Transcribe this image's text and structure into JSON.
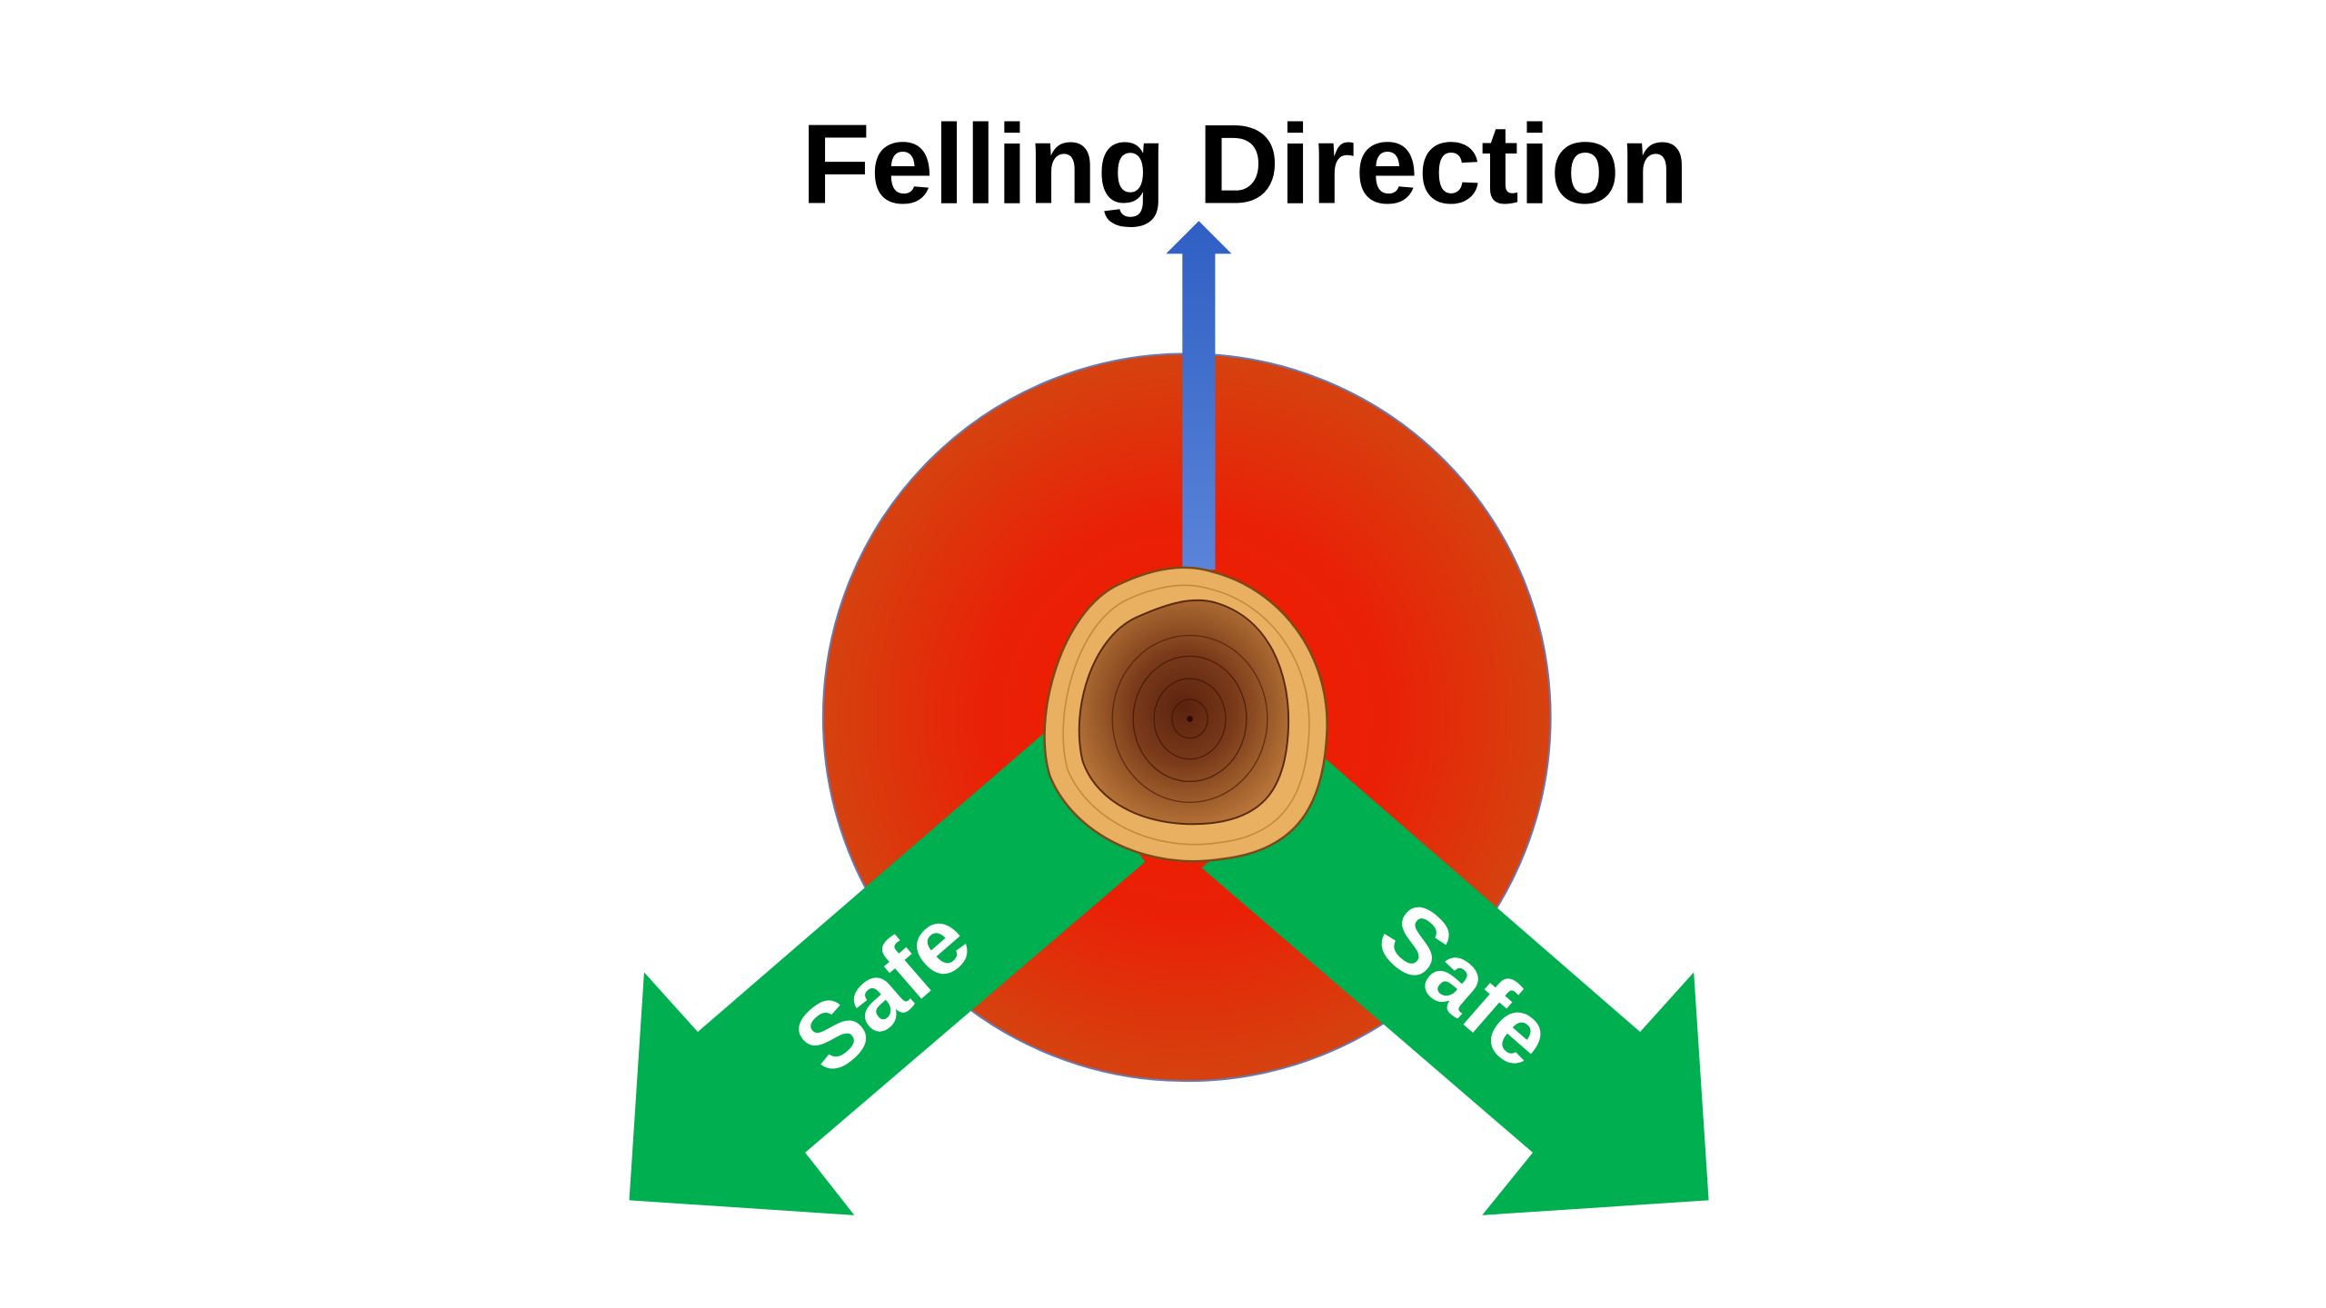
{
  "title": "Felling Direction",
  "arrows": {
    "felling": {
      "label": "Felling Direction",
      "color": "#3f6fcf"
    },
    "left_escape": {
      "label": "Safe",
      "color": "#00b050"
    },
    "right_escape": {
      "label": "Safe",
      "color": "#00b050"
    }
  },
  "danger_zone": {
    "color": "#e8200a"
  }
}
